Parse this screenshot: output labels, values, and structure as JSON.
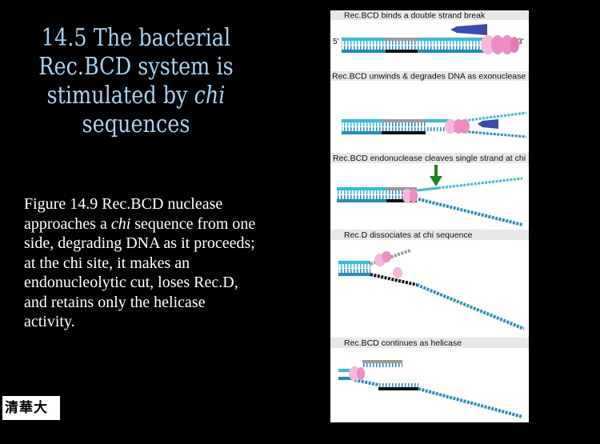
{
  "slide": {
    "title_prefix": "14.5 The bacterial Rec.BCD system is stimulated by ",
    "title_italic": "chi",
    "title_suffix": " sequences",
    "caption_prefix": "Figure 14.9 Rec.BCD nuclease approaches a ",
    "caption_italic": "chi",
    "caption_suffix": " sequence from one side, degrading DNA as it proceeds; at the chi site, it makes an endonucleolytic cut, loses Rec.D, and retains only the helicase activity.",
    "logo_text": "清華大學"
  },
  "diagram": {
    "step1_label": "Rec.BCD binds a double strand break",
    "step2_label": "Rec.BCD unwinds & degrades DNA as exonuclease",
    "step3_label": "Rec.BCD endonuclease cleaves single strand at chi",
    "step4_label": "Rec.D dissociates at chi sequence",
    "step5_label": "Rec.BCD continues as helicase",
    "five_prime": "5'",
    "three_prime": "3'"
  },
  "colors": {
    "title": "#9fd3f5",
    "dna_blue": "#1e90c8",
    "dna_cyan": "#33bde0",
    "chi_gray": "#9a9a9a",
    "chi_black": "#111111",
    "recbcd_pink": "#f08bc3",
    "arrow_blue": "#3b4bb0",
    "arrow_green": "#1a8a1a",
    "label_band": "#e8e8e8"
  }
}
